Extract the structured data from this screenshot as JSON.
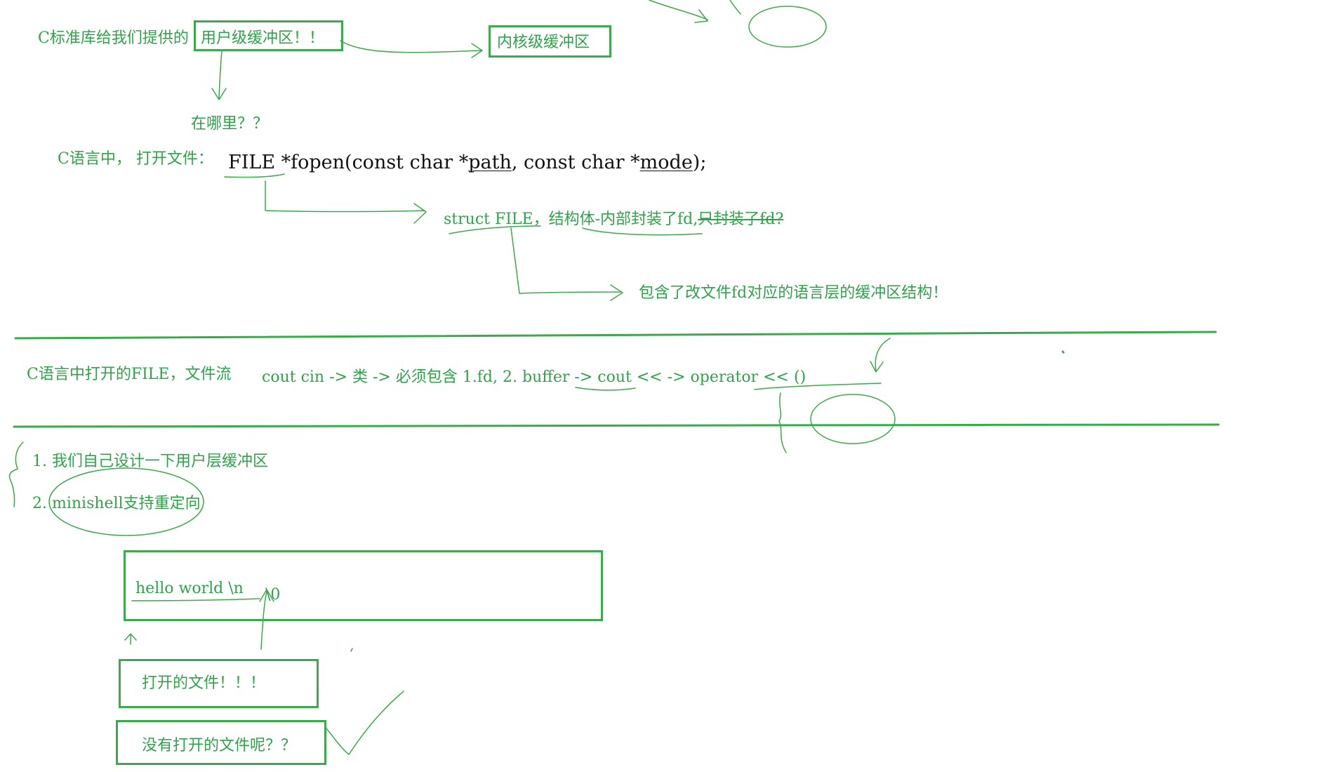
{
  "colors": {
    "ink": "#3aaa4a",
    "text": "#2fa34a",
    "code": "#111111",
    "background": "#ffffff"
  },
  "top": {
    "stdlib_prefix": "C标准库给我们提供的",
    "stdlib_boxed": "用户级缓冲区！！",
    "kernel_box": "内核级缓冲区",
    "where": "在哪里？？"
  },
  "fopen": {
    "intro": "C语言中，  打开文件：",
    "sig_file": "FILE",
    "sig_mid": " *fopen(const char *",
    "sig_path": "path",
    "sig_mid2": ", const char *",
    "sig_mode": "mode",
    "sig_end": ");",
    "struct_note": "struct FILE，结构体-内部封装了fd,",
    "struct_struck": "只封装了fd?",
    "contains_note": "包含了改文件fd对应的语言层的缓冲区结构！"
  },
  "band": {
    "file_stream": "C语言中打开的FILE，文件流",
    "cpp_note": "cout cin -> 类 -> 必须包含 1.fd, 2. buffer -> cout << -> operator << ()"
  },
  "todo": {
    "item1": "1. 我们自己设计一下用户层缓冲区",
    "item2": "2. minishell支持重定向"
  },
  "demo": {
    "hello": "hello world \\n",
    "nul": "\\0",
    "opened": "打开的文件！！！",
    "not_opened": "没有打开的文件呢？？"
  }
}
